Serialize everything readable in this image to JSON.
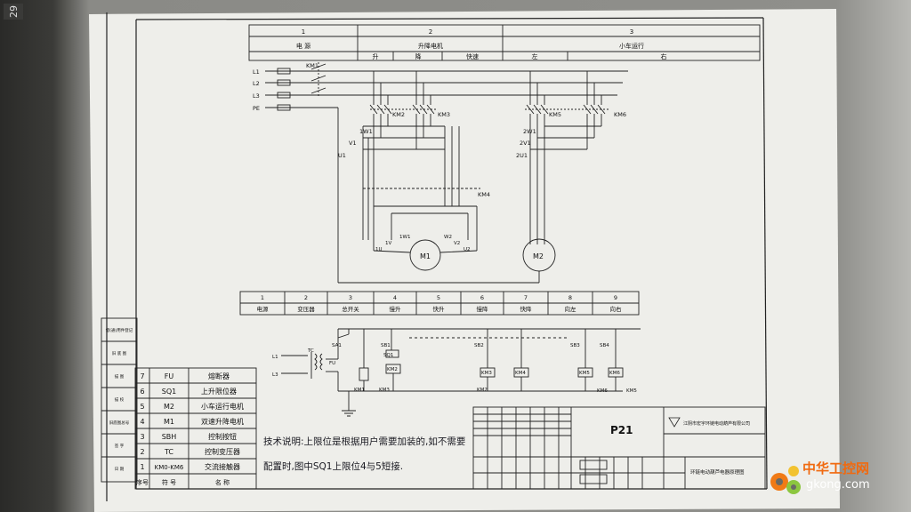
{
  "page_badge": "29",
  "watermark": {
    "brand": "中华工控网",
    "domain": "gkong.com"
  },
  "top_header": {
    "cols": [
      {
        "num": "1",
        "title": "电  源",
        "subs": []
      },
      {
        "num": "2",
        "title": "升降电机",
        "subs": [
          "升",
          "降",
          "快速"
        ]
      },
      {
        "num": "3",
        "title": "小车运行",
        "subs": [
          "左",
          "右"
        ]
      }
    ]
  },
  "power_labels": [
    "L1",
    "L2",
    "L3",
    "PE"
  ],
  "main_circuit_labels": {
    "km1": "KM1",
    "km2": "KM2",
    "km3": "KM3",
    "km4": "KM4",
    "km5": "KM5",
    "km6": "KM6",
    "w1": "1W1",
    "v1": "V1",
    "u1": "U1",
    "w2": "2W1",
    "v2": "2V1",
    "u2": "2U1",
    "m1": "M1",
    "m2": "M2",
    "m1_terms": [
      "1U",
      "1V",
      "1W1",
      "W2",
      "V2",
      "U2"
    ]
  },
  "control_header": {
    "nums": [
      "1",
      "2",
      "3",
      "4",
      "5",
      "6",
      "7",
      "8",
      "9"
    ],
    "labels": [
      "电源",
      "变压器",
      "总开关",
      "慢升",
      "快升",
      "慢降",
      "快降",
      "向左",
      "向右"
    ]
  },
  "control_labels": {
    "sa1": "SA1",
    "sb1": "SB1",
    "sb2": "SB2",
    "sb3": "SB3",
    "sb4": "SB4",
    "sq1": "SQ1",
    "tc": "TC",
    "fu": "FU",
    "km1": "KM1",
    "km2": "KM2",
    "km3": "KM3",
    "km4": "KM4",
    "km5": "KM5",
    "km6": "KM6",
    "l1": "L1",
    "l3": "L3"
  },
  "left_strip": [
    "借(通)用件登记",
    "旧 底 图",
    "描 图",
    "描 校",
    "旧底图总号",
    "签 字",
    "日 期"
  ],
  "legend": {
    "header": {
      "no": "序号",
      "sym": "符  号",
      "name": "名    称"
    },
    "rows": [
      {
        "no": "7",
        "sym": "FU",
        "name": "熔断器"
      },
      {
        "no": "6",
        "sym": "SQ1",
        "name": "上升限位器"
      },
      {
        "no": "5",
        "sym": "M2",
        "name": "小车运行电机"
      },
      {
        "no": "4",
        "sym": "M1",
        "name": "双速升降电机"
      },
      {
        "no": "3",
        "sym": "SBH",
        "name": "控制按钮"
      },
      {
        "no": "2",
        "sym": "TC",
        "name": "控制变压器"
      },
      {
        "no": "1",
        "sym": "KM0-KM6",
        "name": "交流接触器"
      }
    ]
  },
  "tech_note": {
    "line1": "技术说明:上限位是根据用户需要加装的,如不需要",
    "line2": "配置时,图中SQ1上限位4与5短接."
  },
  "title_block": {
    "drawing_no": "P21",
    "company": "江阴市宏宇环链电动葫芦有限公司",
    "drawing_title": "环链电动葫芦电器原理图"
  }
}
